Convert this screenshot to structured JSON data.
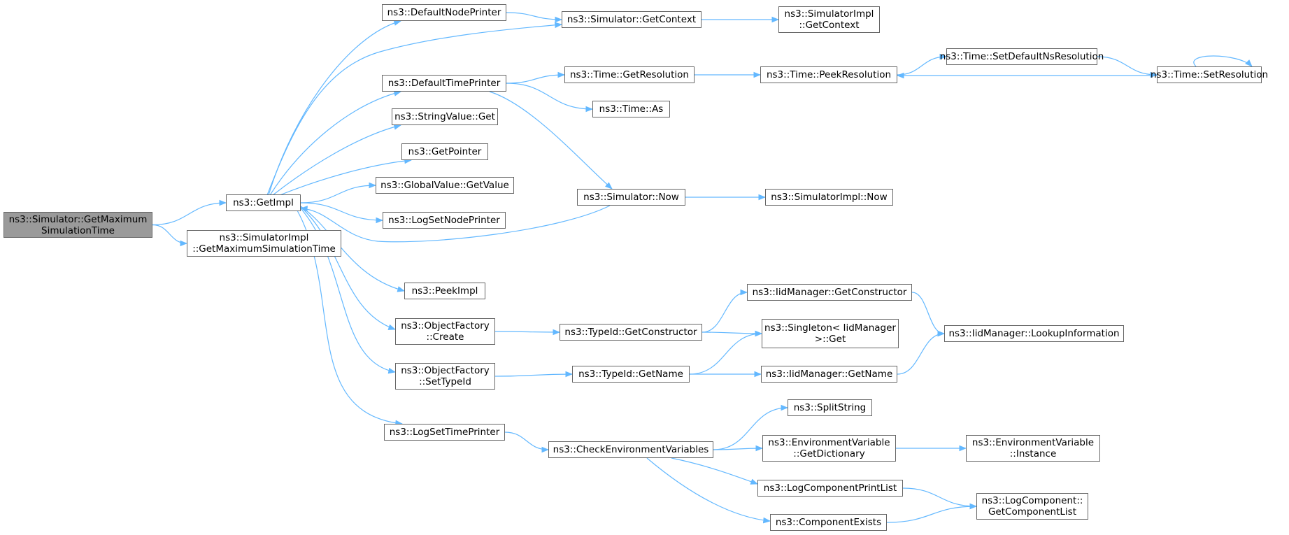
{
  "colors": {
    "edge": "#63b8ff",
    "node_border": "#666666",
    "root_fill": "#9a9a9a",
    "node_fill": "#ffffff"
  },
  "nodes": [
    {
      "id": "root",
      "lines": [
        "ns3::Simulator::GetMaximum",
        "SimulationTime"
      ],
      "root": true
    },
    {
      "id": "getimpl",
      "lines": [
        "ns3::GetImpl"
      ]
    },
    {
      "id": "implmax",
      "lines": [
        "ns3::SimulatorImpl",
        "::GetMaximumSimulationTime"
      ]
    },
    {
      "id": "defnode",
      "lines": [
        "ns3::DefaultNodePrinter"
      ]
    },
    {
      "id": "deftime",
      "lines": [
        "ns3::DefaultTimePrinter"
      ]
    },
    {
      "id": "strget",
      "lines": [
        "ns3::StringValue::Get"
      ]
    },
    {
      "id": "getptr",
      "lines": [
        "ns3::GetPointer"
      ]
    },
    {
      "id": "gvget",
      "lines": [
        "ns3::GlobalValue::GetValue"
      ]
    },
    {
      "id": "lsnp",
      "lines": [
        "ns3::LogSetNodePrinter"
      ]
    },
    {
      "id": "peekimpl",
      "lines": [
        "ns3::PeekImpl"
      ]
    },
    {
      "id": "ofcreate",
      "lines": [
        "ns3::ObjectFactory",
        "::Create"
      ]
    },
    {
      "id": "ofset",
      "lines": [
        "ns3::ObjectFactory",
        "::SetTypeId"
      ]
    },
    {
      "id": "lstp",
      "lines": [
        "ns3::LogSetTimePrinter"
      ]
    },
    {
      "id": "simctx",
      "lines": [
        "ns3::Simulator::GetContext"
      ]
    },
    {
      "id": "implctx",
      "lines": [
        "ns3::SimulatorImpl",
        "::GetContext"
      ]
    },
    {
      "id": "getres",
      "lines": [
        "ns3::Time::GetResolution"
      ]
    },
    {
      "id": "timeas",
      "lines": [
        "ns3::Time::As"
      ]
    },
    {
      "id": "simnow",
      "lines": [
        "ns3::Simulator::Now"
      ]
    },
    {
      "id": "implnow",
      "lines": [
        "ns3::SimulatorImpl::Now"
      ]
    },
    {
      "id": "peekres",
      "lines": [
        "ns3::Time::PeekResolution"
      ]
    },
    {
      "id": "setdefns",
      "lines": [
        "ns3::Time::SetDefaultNsResolution"
      ]
    },
    {
      "id": "setres",
      "lines": [
        "ns3::Time::SetResolution"
      ]
    },
    {
      "id": "tidctor",
      "lines": [
        "ns3::TypeId::GetConstructor"
      ]
    },
    {
      "id": "tidname",
      "lines": [
        "ns3::TypeId::GetName"
      ]
    },
    {
      "id": "iidctor",
      "lines": [
        "ns3::IidManager::GetConstructor"
      ]
    },
    {
      "id": "singleton",
      "lines": [
        "ns3::Singleton< IidManager",
        ">::Get"
      ]
    },
    {
      "id": "iidname",
      "lines": [
        "ns3::IidManager::GetName"
      ]
    },
    {
      "id": "lookup",
      "lines": [
        "ns3::IidManager::LookupInformation"
      ]
    },
    {
      "id": "checkenv",
      "lines": [
        "ns3::CheckEnvironmentVariables"
      ]
    },
    {
      "id": "split",
      "lines": [
        "ns3::SplitString"
      ]
    },
    {
      "id": "envdict",
      "lines": [
        "ns3::EnvironmentVariable",
        "::GetDictionary"
      ]
    },
    {
      "id": "envinst",
      "lines": [
        "ns3::EnvironmentVariable",
        "::Instance"
      ]
    },
    {
      "id": "lcpl",
      "lines": [
        "ns3::LogComponentPrintList"
      ]
    },
    {
      "id": "compex",
      "lines": [
        "ns3::ComponentExists"
      ]
    },
    {
      "id": "lcgcl",
      "lines": [
        "ns3::LogComponent::",
        "GetComponentList"
      ]
    }
  ],
  "edges": [
    [
      "root",
      "getimpl"
    ],
    [
      "root",
      "implmax"
    ],
    [
      "getimpl",
      "defnode"
    ],
    [
      "getimpl",
      "simctx"
    ],
    [
      "getimpl",
      "deftime"
    ],
    [
      "getimpl",
      "strget"
    ],
    [
      "getimpl",
      "getptr"
    ],
    [
      "getimpl",
      "gvget"
    ],
    [
      "getimpl",
      "lsnp"
    ],
    [
      "simnow",
      "getimpl"
    ],
    [
      "getimpl",
      "peekimpl"
    ],
    [
      "getimpl",
      "ofcreate"
    ],
    [
      "getimpl",
      "ofset"
    ],
    [
      "getimpl",
      "lstp"
    ],
    [
      "defnode",
      "simctx"
    ],
    [
      "simctx",
      "implctx"
    ],
    [
      "deftime",
      "getres"
    ],
    [
      "deftime",
      "timeas"
    ],
    [
      "deftime",
      "simnow"
    ],
    [
      "getres",
      "peekres"
    ],
    [
      "peekres",
      "setdefns"
    ],
    [
      "setdefns",
      "setres"
    ],
    [
      "setres",
      "peekres"
    ],
    [
      "setres",
      "setres"
    ],
    [
      "simnow",
      "implnow"
    ],
    [
      "ofcreate",
      "tidctor"
    ],
    [
      "tidctor",
      "iidctor"
    ],
    [
      "tidctor",
      "singleton"
    ],
    [
      "iidctor",
      "lookup"
    ],
    [
      "ofset",
      "tidname"
    ],
    [
      "tidname",
      "singleton"
    ],
    [
      "tidname",
      "iidname"
    ],
    [
      "iidname",
      "lookup"
    ],
    [
      "lstp",
      "checkenv"
    ],
    [
      "checkenv",
      "split"
    ],
    [
      "checkenv",
      "envdict"
    ],
    [
      "envdict",
      "envinst"
    ],
    [
      "checkenv",
      "lcpl"
    ],
    [
      "checkenv",
      "compex"
    ],
    [
      "lcpl",
      "lcgcl"
    ],
    [
      "compex",
      "lcgcl"
    ]
  ]
}
